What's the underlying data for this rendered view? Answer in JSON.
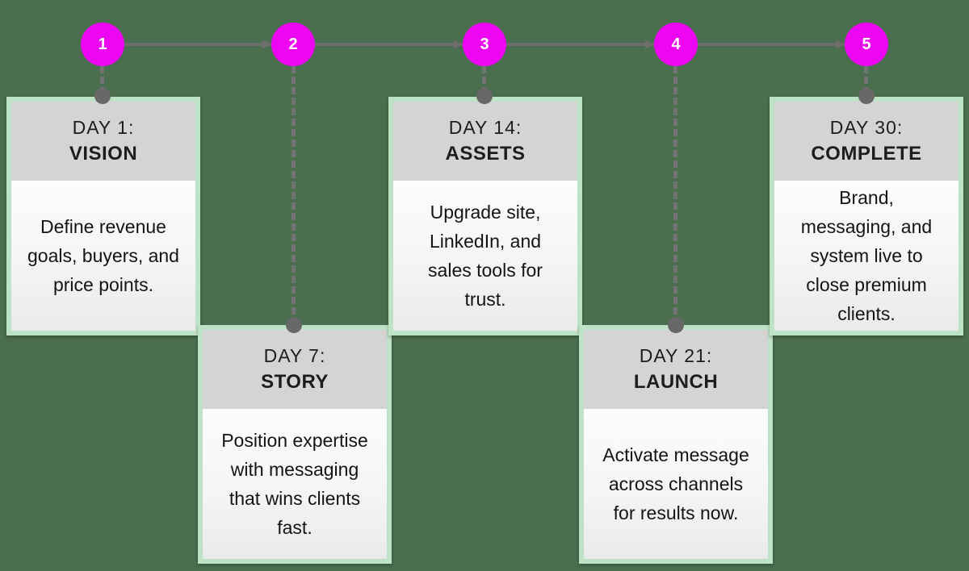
{
  "colors": {
    "background": "#4a6e4e",
    "step_circle": "#ee05f2",
    "connector": "#6d6d6d",
    "card_border": "#bee2c5",
    "card_header_bg": "#d4d4d4",
    "card_body_bg": "#f7f7f7",
    "text": "#1d1d1d"
  },
  "steps": [
    {
      "number": "1",
      "day_label": "DAY 1:",
      "title": "VISION",
      "description": "Define revenue\ngoals, buyers, and\nprice points.",
      "row": "top"
    },
    {
      "number": "2",
      "day_label": "DAY 7:",
      "title": "STORY",
      "description": "Position expertise\nwith messaging\nthat wins clients\nfast.",
      "row": "bottom"
    },
    {
      "number": "3",
      "day_label": "DAY 14:",
      "title": "ASSETS",
      "description": "Upgrade site,\nLinkedIn, and\nsales tools for\ntrust.",
      "row": "top"
    },
    {
      "number": "4",
      "day_label": "DAY 21:",
      "title": "LAUNCH",
      "description": "Activate message\nacross channels\nfor results now.",
      "row": "bottom"
    },
    {
      "number": "5",
      "day_label": "DAY 30:",
      "title": "COMPLETE",
      "description": "Brand,\nmessaging, and\nsystem live to\nclose premium\nclients.",
      "row": "top"
    }
  ]
}
